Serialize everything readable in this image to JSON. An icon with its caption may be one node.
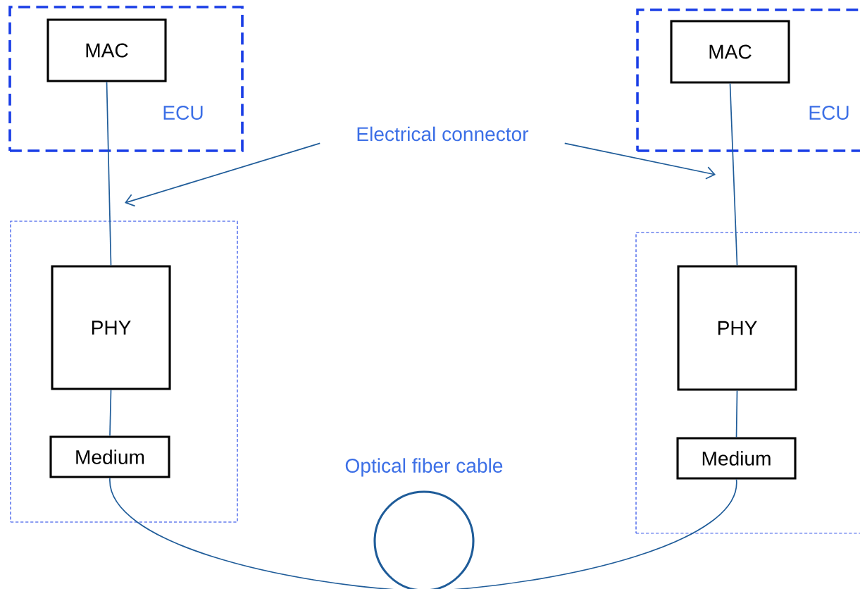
{
  "diagram": {
    "nodes": [
      {
        "text": [
          "ECU"
        ]
      },
      {
        "text": [
          "MAC"
        ],
        "in": 0
      },
      {
        "text": [
          "ECU"
        ]
      },
      {
        "text": [
          "MAC"
        ],
        "in": 2
      },
      {
        "text": [],
        "shape": "box"
      },
      {
        "text": [
          "PHY"
        ],
        "in": 4
      },
      {
        "text": [
          "Medium"
        ],
        "in": 4
      },
      {
        "text": [],
        "shape": "box"
      },
      {
        "text": [
          "PHY"
        ],
        "in": 7
      },
      {
        "text": [
          "Medium"
        ],
        "in": 7
      },
      {
        "text": [
          "Electrical connector"
        ]
      },
      {
        "text": [
          "Optical fiber cable"
        ]
      }
    ],
    "edges": [
      {
        "from": 1,
        "to": 5,
        "arrow": "none"
      },
      {
        "from": 3,
        "to": 8,
        "arrow": "none"
      },
      {
        "from": 5,
        "to": 6,
        "arrow": "none"
      },
      {
        "from": 8,
        "to": 9,
        "arrow": "none"
      },
      {
        "from": 10,
        "to": null,
        "arrow": "to"
      },
      {
        "from": 10,
        "to": null,
        "arrow": "to"
      },
      {
        "from": 6,
        "to": 11,
        "arrow": "none"
      },
      {
        "from": 11,
        "to": 9,
        "arrow": "none"
      }
    ]
  }
}
